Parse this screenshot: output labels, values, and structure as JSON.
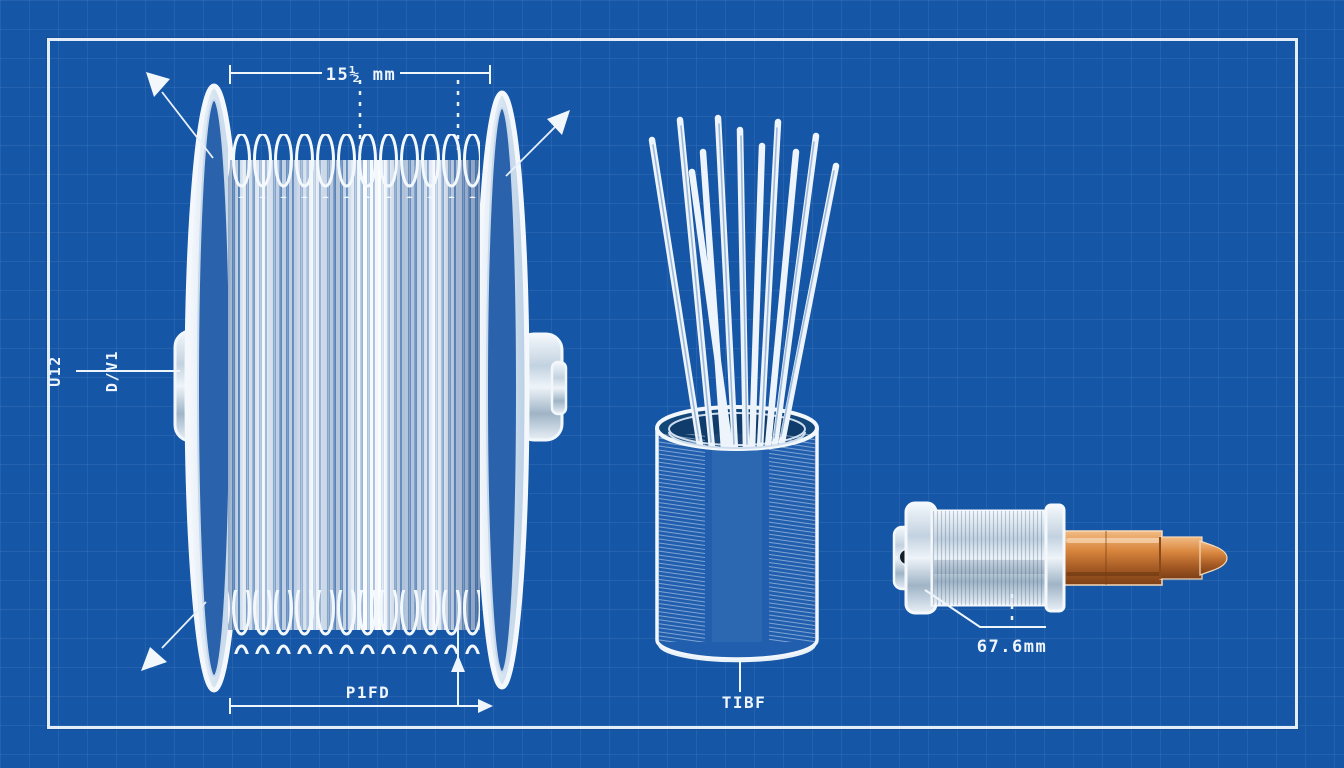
{
  "drawing": {
    "background_color": "#1656a6",
    "line_color": "#eef5fc",
    "copper_color": "#c1762f",
    "silver_color": "#d9e5f0",
    "spool": {
      "width_dimension": "15½ mm",
      "part_code": "P1FD",
      "hub_label_left": "U12",
      "hub_label_right": "D/V1"
    },
    "canister": {
      "part_code": "TIBF"
    },
    "nozzle": {
      "length_dimension": "67.6mm"
    }
  }
}
